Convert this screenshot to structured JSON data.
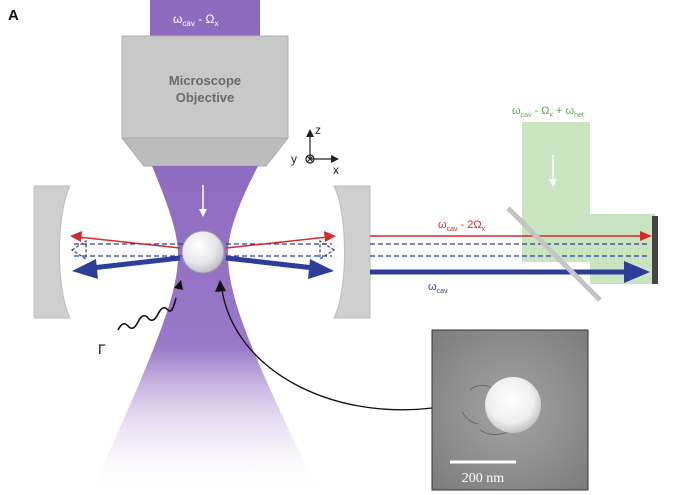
{
  "panel_label": "A",
  "objective": {
    "label_line1": "Microscope",
    "label_line2": "Objective",
    "beam_label": {
      "main": "ω",
      "sub": "cav",
      "mid": " - Ω",
      "sub2": "x"
    }
  },
  "axes": {
    "z": "z",
    "x": "x",
    "y": "y"
  },
  "local_oscillator": {
    "label": {
      "a": "ω",
      "a_sub": "cav",
      "b": " - Ω",
      "b_sub": "x",
      "c": " + ω",
      "c_sub": "het"
    }
  },
  "beams": {
    "red_label": {
      "main": "ω",
      "sub": "cav",
      "mid": " - 2Ω",
      "sub2": "x"
    },
    "blue_label": {
      "main": "ω",
      "sub": "cav"
    }
  },
  "gamma_label": "Γ",
  "inset": {
    "scale_bar": "200 nm"
  },
  "colors": {
    "purple_beam": "#8e6bbf",
    "objective_gray": "#c8c8c8",
    "mirror_gray": "#cfcfcf",
    "red_arrow": "#d42a2a",
    "blue_arrow": "#2d3d9a",
    "green_label": "#5aa94a",
    "green_region": "#c9e5c0"
  }
}
